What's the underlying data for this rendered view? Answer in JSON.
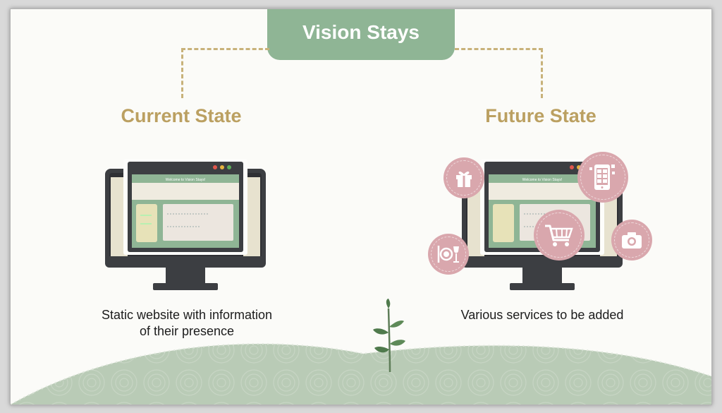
{
  "title": "Vision Stays",
  "current": {
    "heading": "Current State",
    "caption_line1": "Static website with information",
    "caption_line2": "of their presence",
    "screen_header": "Welcome to Vision Stays!"
  },
  "future": {
    "heading": "Future State",
    "caption": "Various services to be added",
    "screen_header": "Welcome to Vision Stays!",
    "service_icons": [
      "gift-icon",
      "smartphone-icon",
      "shopping-cart-icon",
      "camera-icon",
      "dining-icon"
    ]
  },
  "colors": {
    "accent_green": "#8fb595",
    "heading_gold": "#bba061",
    "badge_pink": "#d9a7ad",
    "monitor_dark": "#3c3e42"
  }
}
